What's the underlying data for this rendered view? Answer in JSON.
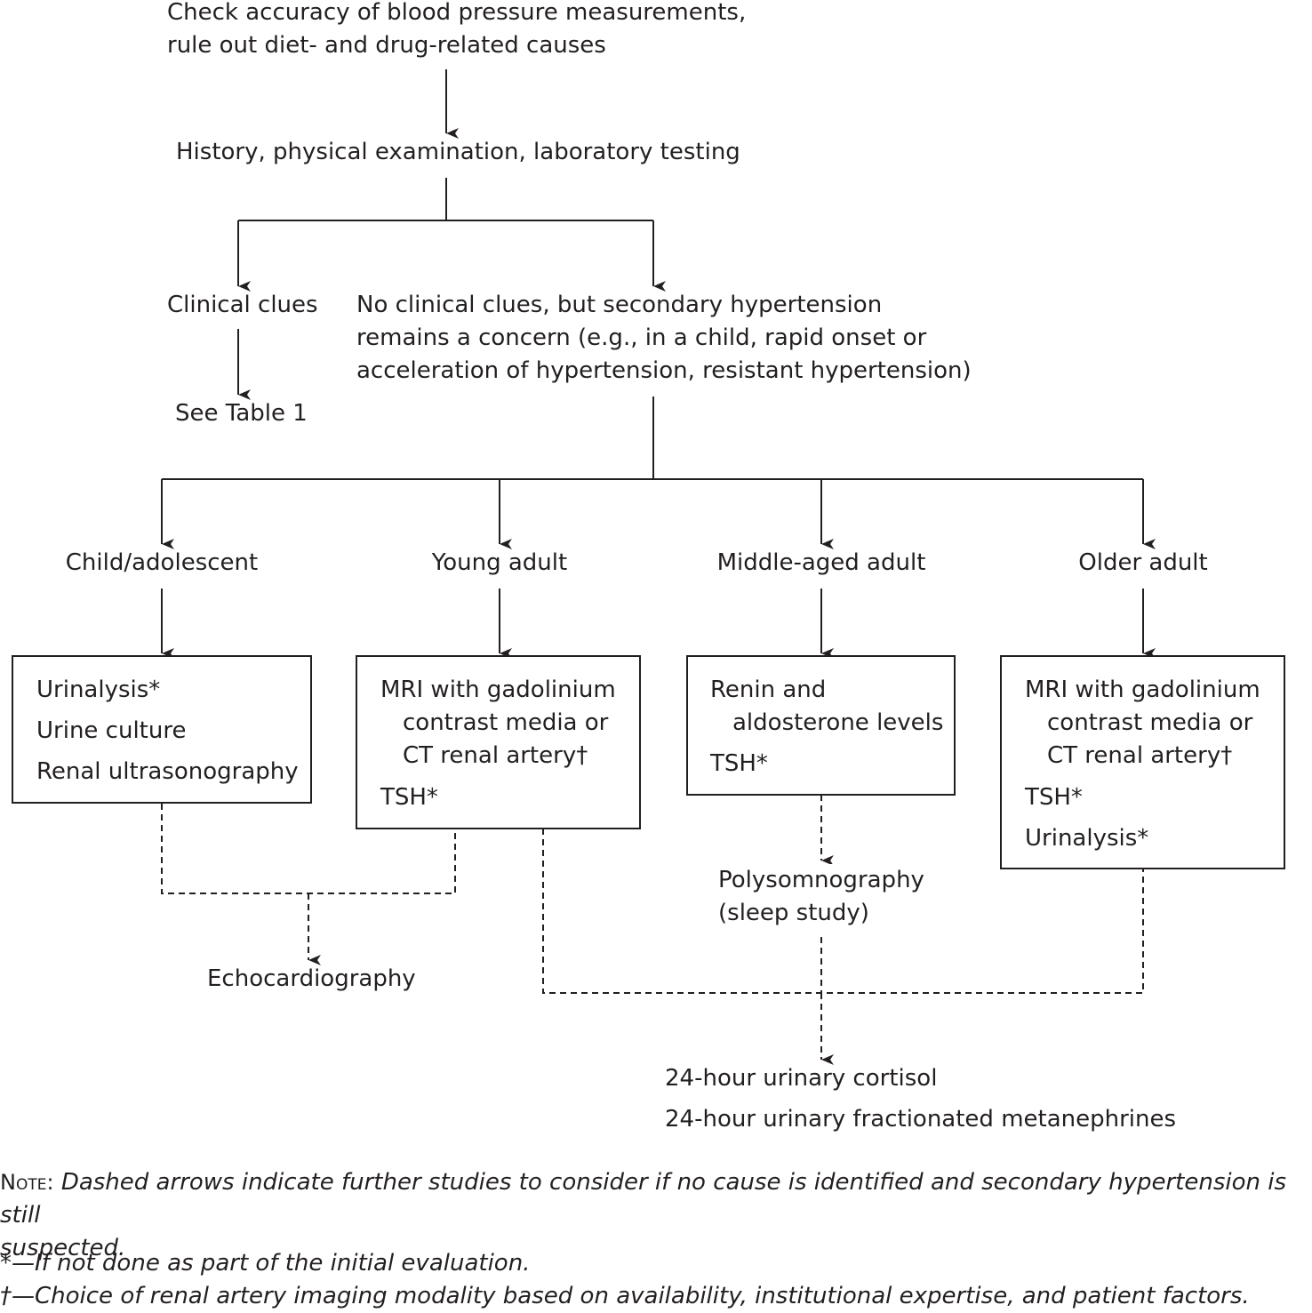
{
  "nodes": {
    "start": [
      "Check accuracy of blood pressure measurements,",
      "rule out diet- and drug-related causes"
    ],
    "history": "History, physical examination, laboratory testing",
    "clinical_clues": "Clinical clues",
    "see_table": "See Table 1",
    "no_clues": [
      "No clinical clues, but secondary hypertension",
      "remains a concern (e.g., in a child, rapid onset or",
      "acceleration of hypertension, resistant hypertension)"
    ],
    "groups": {
      "child": "Child/adolescent",
      "young": "Young adult",
      "middle": "Middle-aged adult",
      "older": "Older adult"
    },
    "boxes": {
      "child": [
        "Urinalysis*",
        "Urine culture",
        "Renal ultrasonography"
      ],
      "young": [
        "MRI with gadolinium",
        "contrast media or",
        "CT renal artery†",
        "TSH*"
      ],
      "middle": [
        "Renin and",
        "aldosterone levels",
        "TSH*"
      ],
      "older": [
        "MRI with gadolinium",
        "contrast media or",
        "CT renal artery†",
        "TSH*",
        "Urinalysis*"
      ]
    },
    "echo": "Echocardiography",
    "poly": [
      "Polysomnography",
      "(sleep study)"
    ],
    "urine": [
      "24-hour urinary cortisol",
      "24-hour urinary fractionated metanephrines"
    ]
  },
  "notes": {
    "note_label": "Note:",
    "note_text": "Dashed arrows indicate further studies to consider if no cause is identified and secondary hypertension is still",
    "note_text2": "suspected.",
    "asterisk": "*—If not done as part of the initial evaluation.",
    "dagger": "†—Choice of renal artery imaging modality based on availability, institutional expertise, and patient factors."
  },
  "colors": {
    "ink": "#231f20",
    "background": "#ffffff"
  }
}
